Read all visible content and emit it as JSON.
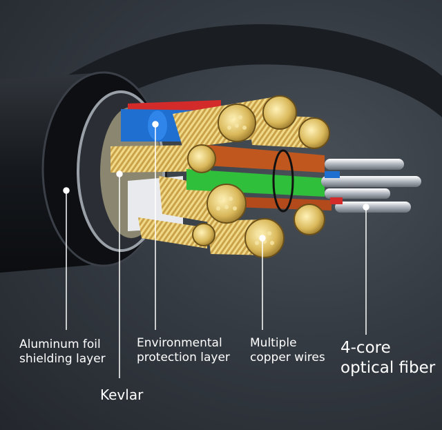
{
  "labels": {
    "aluminum_foil_line1": "Aluminum foil",
    "aluminum_foil_line2": "shielding layer",
    "environmental_line1": "Environmental",
    "environmental_line2": "protection layer",
    "copper_line1": "Multiple",
    "copper_line2": "copper wires",
    "optical_line1": "4-core",
    "optical_line2": "optical fiber",
    "kevlar": "Kevlar"
  },
  "colors": {
    "jacket": "#15181c",
    "copper": "#d9b85a",
    "blue_wire": "#1f6fd1",
    "red_wire": "#d32a2a",
    "green_wire": "#2fbf3a",
    "orange_wire": "#c0571e",
    "fiber": "#c9ced6"
  }
}
